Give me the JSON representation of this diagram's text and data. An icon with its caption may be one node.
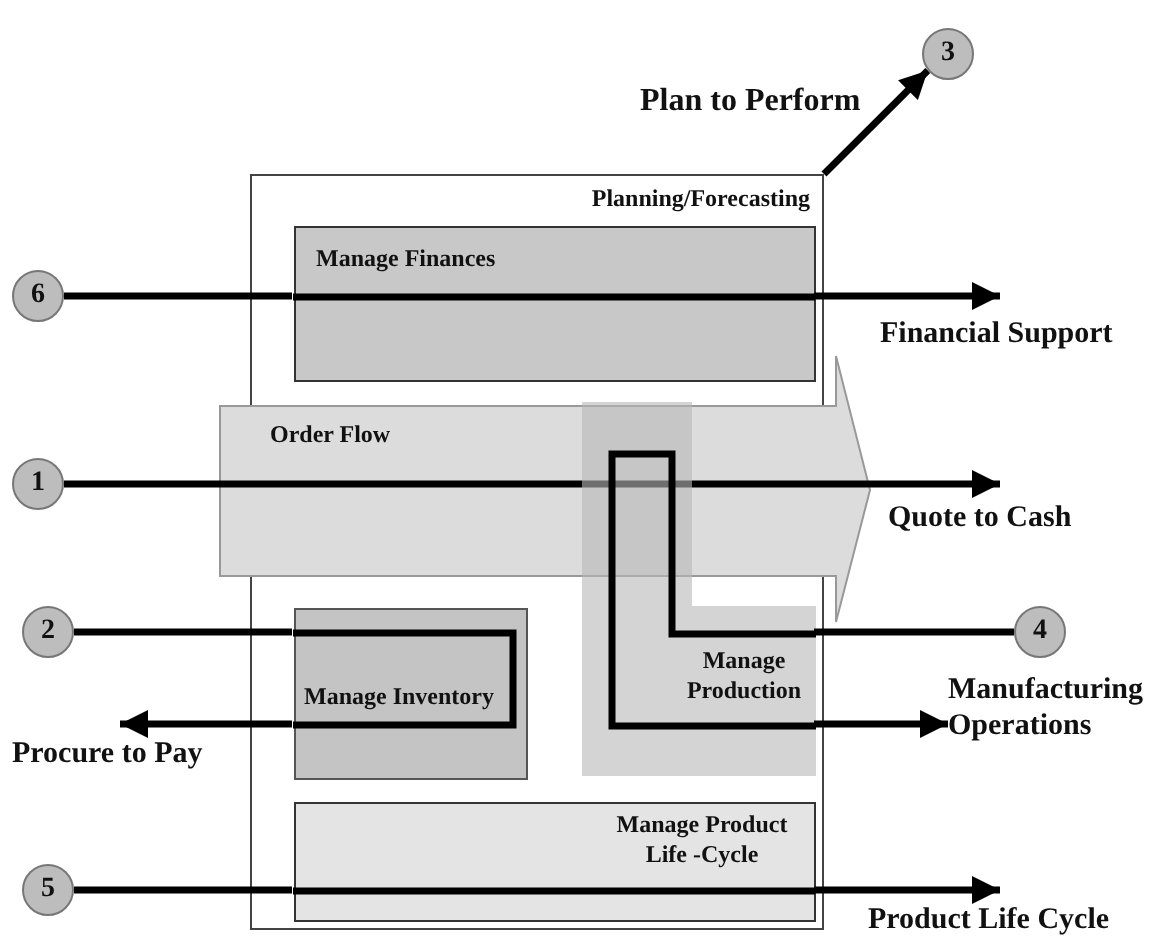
{
  "diagram": {
    "nodes": [
      {
        "text": [
          "Planning/Forecasting"
        ]
      },
      {
        "text": [
          "Manage Finances"
        ],
        "in": 0
      },
      {
        "text": [
          "Order Flow"
        ]
      },
      {
        "text": [
          "Manage Inventory"
        ],
        "in": 0
      },
      {
        "text": [
          "Manage Production"
        ],
        "in": 0
      },
      {
        "text": [
          "Manage Product Life -Cycle"
        ],
        "in": 0
      },
      {
        "text": [
          "3"
        ]
      },
      {
        "text": [
          "6"
        ]
      },
      {
        "text": [
          "1"
        ]
      },
      {
        "text": [
          "2"
        ]
      },
      {
        "text": [
          "4"
        ]
      },
      {
        "text": [
          "5"
        ]
      },
      {
        "text": [
          "Financial Support"
        ]
      },
      {
        "text": [
          "Quote to Cash"
        ]
      },
      {
        "text": [
          "Procure to Pay"
        ]
      },
      {
        "text": [
          "Manufacturing Operations"
        ]
      },
      {
        "text": [
          "Product Life Cycle"
        ]
      }
    ],
    "edges": [
      {
        "from": 7,
        "to": 1,
        "arrow": "none"
      },
      {
        "from": 1,
        "to": 12,
        "arrow": "to"
      },
      {
        "from": 8,
        "to": 2,
        "arrow": "none"
      },
      {
        "from": 2,
        "to": 13,
        "arrow": "to"
      },
      {
        "from": 9,
        "to": 3,
        "arrow": "none"
      },
      {
        "from": 3,
        "to": 14,
        "arrow": "to"
      },
      {
        "from": 10,
        "to": 4,
        "arrow": "none"
      },
      {
        "from": 4,
        "to": 15,
        "arrow": "to"
      },
      {
        "from": 11,
        "to": 5,
        "arrow": "none"
      },
      {
        "from": 5,
        "to": 16,
        "arrow": "to"
      },
      {
        "from": 0,
        "to": 6,
        "label": "Plan to Perform",
        "arrow": "to"
      }
    ]
  }
}
